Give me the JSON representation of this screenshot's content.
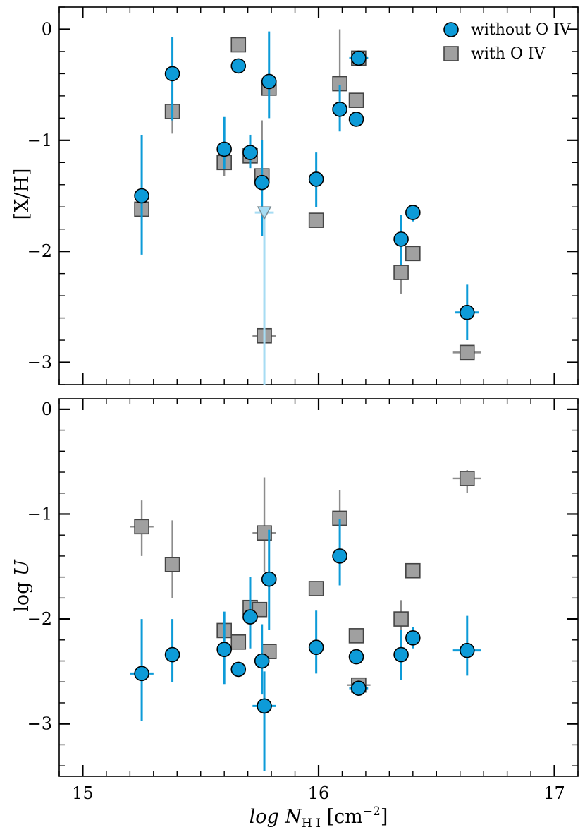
{
  "chart_data": [
    {
      "type": "scatter",
      "panel": "top",
      "xlabel": "",
      "ylabel": "[X/H]",
      "xlim": [
        14.9,
        17.1
      ],
      "ylim": [
        -3.2,
        0.2
      ],
      "xticks": [
        15,
        16,
        17
      ],
      "yticks": [
        0,
        -1,
        -2,
        -3
      ],
      "ytick_labels": [
        "0",
        "−1",
        "−2",
        "−3"
      ],
      "show_xtick_labels": false,
      "grid": false,
      "legend": "top-right",
      "series": [
        {
          "name": "without O IV",
          "marker": "circle",
          "color": "#0d9bd8",
          "points": [
            {
              "x": 15.25,
              "y": -1.5,
              "ylo": -2.03,
              "yhi": -0.95
            },
            {
              "x": 15.38,
              "y": -0.4,
              "ylo": -0.82,
              "yhi": -0.07
            },
            {
              "x": 15.6,
              "y": -1.08,
              "ylo": -1.26,
              "yhi": -0.79
            },
            {
              "x": 15.66,
              "y": -0.33
            },
            {
              "x": 15.71,
              "y": -1.11,
              "ylo": -1.25,
              "yhi": -0.95
            },
            {
              "x": 15.76,
              "y": -1.38,
              "ylo": -1.86,
              "yhi": -1.0
            },
            {
              "x": 15.79,
              "y": -0.47,
              "ylo": -0.8,
              "yhi": -0.02
            },
            {
              "x": 15.99,
              "y": -1.35,
              "ylo": -1.6,
              "yhi": -1.11
            },
            {
              "x": 16.09,
              "y": -0.72,
              "ylo": -0.92,
              "yhi": -0.5
            },
            {
              "x": 16.16,
              "y": -0.81
            },
            {
              "x": 16.17,
              "y": -0.26,
              "xlo": 16.13,
              "xhi": 16.21
            },
            {
              "x": 16.35,
              "y": -1.89,
              "ylo": -2.12,
              "yhi": -1.67
            },
            {
              "x": 16.4,
              "y": -1.65,
              "ylo": -1.73,
              "yhi": -1.58
            },
            {
              "x": 16.63,
              "y": -2.55,
              "ylo": -2.8,
              "yhi": -2.3,
              "xlo": 16.58,
              "xhi": 16.68
            }
          ]
        },
        {
          "name": "with O IV",
          "marker": "square",
          "color": "#a0a0a0",
          "points": [
            {
              "x": 15.25,
              "y": -1.62,
              "ylo": -1.75,
              "yhi": -1.5
            },
            {
              "x": 15.38,
              "y": -0.74,
              "ylo": -0.94,
              "yhi": -0.5
            },
            {
              "x": 15.6,
              "y": -1.2,
              "ylo": -1.32,
              "yhi": -1.08
            },
            {
              "x": 15.66,
              "y": -0.14
            },
            {
              "x": 15.71,
              "y": -1.14
            },
            {
              "x": 15.76,
              "y": -1.32,
              "ylo": -1.55,
              "yhi": -0.82
            },
            {
              "x": 15.77,
              "y": -2.76,
              "ylo": -3.0,
              "yhi": -2.42,
              "xlo": 15.72,
              "xhi": 15.82
            },
            {
              "x": 15.79,
              "y": -0.53,
              "ylo": -0.72,
              "yhi": -0.38
            },
            {
              "x": 15.99,
              "y": -1.72
            },
            {
              "x": 16.09,
              "y": -0.49,
              "ylo": -0.7,
              "yhi": 0.0
            },
            {
              "x": 16.16,
              "y": -0.64
            },
            {
              "x": 16.17,
              "y": -0.26,
              "xlo": 16.13,
              "xhi": 16.21
            },
            {
              "x": 16.35,
              "y": -2.19,
              "ylo": -2.38,
              "yhi": -2.05
            },
            {
              "x": 16.4,
              "y": -2.02
            },
            {
              "x": 16.63,
              "y": -2.91,
              "xlo": 16.57,
              "xhi": 16.69
            }
          ]
        },
        {
          "name": "",
          "marker": "triangle-down",
          "color": "#a7dcf3",
          "points": [
            {
              "x": 15.77,
              "y": -1.65,
              "ylo": -3.2,
              "yhi": -1.65,
              "xlo": 15.73,
              "xhi": 15.81
            }
          ]
        }
      ]
    },
    {
      "type": "scatter",
      "panel": "bottom",
      "xlabel": "log N",
      "xlabel_sub": "H I",
      "xlabel_unit": " [cm",
      "xlabel_sup": "−2",
      "xlabel_end": "]",
      "ylabel": "log U",
      "ylabel_pre": "log ",
      "ylabel_var": "U",
      "xlim": [
        14.9,
        17.1
      ],
      "ylim": [
        -3.5,
        0.1
      ],
      "xticks": [
        15,
        16,
        17
      ],
      "xtick_labels": [
        "15",
        "16",
        "17"
      ],
      "yticks": [
        0,
        -1,
        -2,
        -3
      ],
      "ytick_labels": [
        "0",
        "−1",
        "−2",
        "−3"
      ],
      "grid": false,
      "series": [
        {
          "name": "without O IV",
          "marker": "circle",
          "color": "#0d9bd8",
          "points": [
            {
              "x": 15.25,
              "y": -2.52,
              "ylo": -2.97,
              "yhi": -2.0,
              "xlo": 15.2,
              "xhi": 15.3
            },
            {
              "x": 15.38,
              "y": -2.34,
              "ylo": -2.6,
              "yhi": -2.0
            },
            {
              "x": 15.6,
              "y": -2.29,
              "ylo": -2.62,
              "yhi": -1.93
            },
            {
              "x": 15.66,
              "y": -2.48
            },
            {
              "x": 15.71,
              "y": -1.98,
              "ylo": -2.28,
              "yhi": -1.6
            },
            {
              "x": 15.76,
              "y": -2.4,
              "ylo": -2.72,
              "yhi": -2.05
            },
            {
              "x": 15.77,
              "y": -2.83,
              "ylo": -3.45,
              "yhi": -2.5,
              "xlo": 15.72,
              "xhi": 15.82
            },
            {
              "x": 15.79,
              "y": -1.62,
              "ylo": -2.1,
              "yhi": -1.15
            },
            {
              "x": 15.99,
              "y": -2.27,
              "ylo": -2.52,
              "yhi": -1.92
            },
            {
              "x": 16.09,
              "y": -1.4,
              "ylo": -1.68,
              "yhi": -1.05
            },
            {
              "x": 16.16,
              "y": -2.36
            },
            {
              "x": 16.17,
              "y": -2.66,
              "xlo": 16.13,
              "xhi": 16.21
            },
            {
              "x": 16.35,
              "y": -2.34,
              "ylo": -2.58,
              "yhi": -2.1
            },
            {
              "x": 16.4,
              "y": -2.18,
              "ylo": -2.28,
              "yhi": -2.08
            },
            {
              "x": 16.63,
              "y": -2.3,
              "ylo": -2.54,
              "yhi": -1.97,
              "xlo": 16.57,
              "xhi": 16.69
            }
          ]
        },
        {
          "name": "with O IV",
          "marker": "square",
          "color": "#a0a0a0",
          "points": [
            {
              "x": 15.25,
              "y": -1.12,
              "ylo": -1.4,
              "yhi": -0.87,
              "xlo": 15.2,
              "xhi": 15.3
            },
            {
              "x": 15.38,
              "y": -1.48,
              "ylo": -1.8,
              "yhi": -1.06
            },
            {
              "x": 15.6,
              "y": -2.11
            },
            {
              "x": 15.66,
              "y": -2.22
            },
            {
              "x": 15.71,
              "y": -1.89
            },
            {
              "x": 15.75,
              "y": -1.91
            },
            {
              "x": 15.77,
              "y": -1.18,
              "ylo": -1.55,
              "yhi": -0.65,
              "xlo": 15.72,
              "xhi": 15.82
            },
            {
              "x": 15.79,
              "y": -2.31
            },
            {
              "x": 15.99,
              "y": -1.71
            },
            {
              "x": 16.09,
              "y": -1.04,
              "ylo": -1.25,
              "yhi": -0.77
            },
            {
              "x": 16.16,
              "y": -2.16
            },
            {
              "x": 16.17,
              "y": -2.63,
              "xlo": 16.12,
              "xhi": 16.22
            },
            {
              "x": 16.35,
              "y": -2.0,
              "ylo": -2.18,
              "yhi": -1.82
            },
            {
              "x": 16.4,
              "y": -1.54
            },
            {
              "x": 16.63,
              "y": -0.66,
              "ylo": -0.8,
              "yhi": -0.58,
              "xlo": 16.57,
              "xhi": 16.69
            }
          ]
        }
      ]
    }
  ],
  "legend": {
    "items": [
      {
        "label": "without O IV",
        "marker": "circle",
        "color": "#0d9bd8"
      },
      {
        "label": "with O IV",
        "marker": "square",
        "color": "#a0a0a0"
      }
    ]
  }
}
